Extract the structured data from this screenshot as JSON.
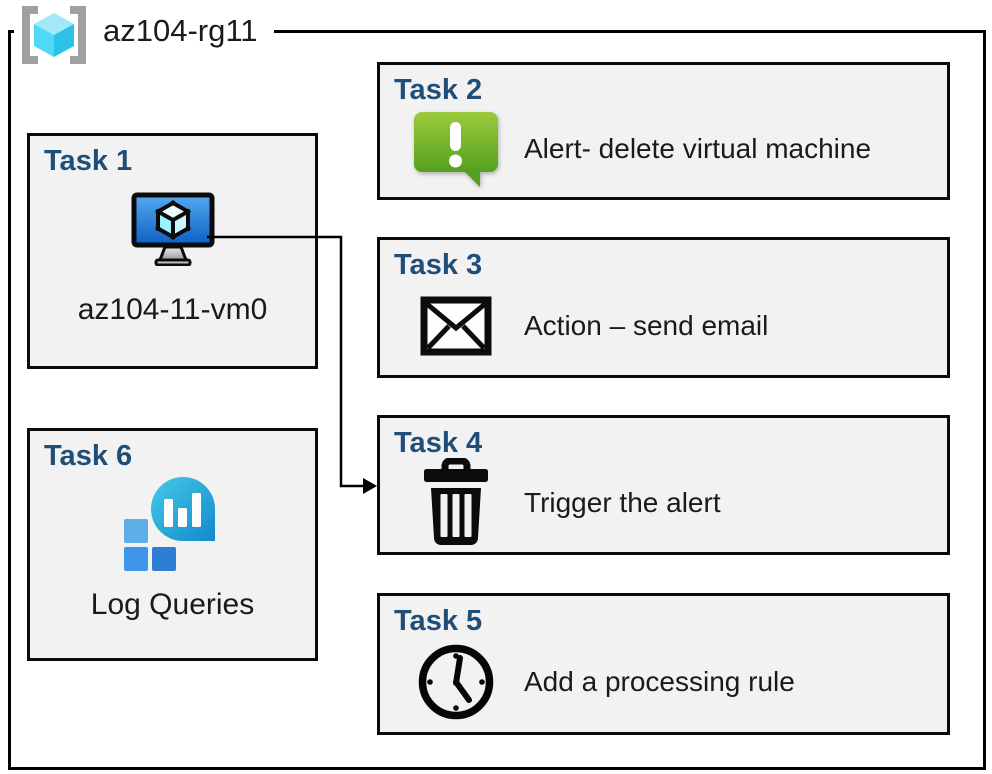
{
  "diagram": {
    "resource_group": {
      "name": "az104-rg11",
      "icon": "resource-group-icon"
    },
    "tasks": [
      {
        "id": "task1",
        "heading": "Task 1",
        "label": "az104-11-vm0",
        "icon": "virtual-machine-icon"
      },
      {
        "id": "task2",
        "heading": "Task 2",
        "label": "Alert- delete virtual machine",
        "icon": "alert-message-icon"
      },
      {
        "id": "task3",
        "heading": "Task 3",
        "label": "Action – send email",
        "icon": "email-envelope-icon"
      },
      {
        "id": "task4",
        "heading": "Task 4",
        "label": "Trigger the alert",
        "icon": "trash-delete-icon"
      },
      {
        "id": "task5",
        "heading": "Task 5",
        "label": "Add a processing rule",
        "icon": "clock-icon"
      },
      {
        "id": "task6",
        "heading": "Task 6",
        "label": "Log Queries",
        "icon": "log-analytics-icon"
      }
    ],
    "connector": {
      "from": "task1",
      "to": "task4",
      "style": "elbow-arrow"
    },
    "colors": {
      "heading_blue": "#1F4E79",
      "box_background": "#F2F2F2",
      "border_black": "#000000",
      "alert_green_top": "#9BCB3B",
      "alert_green_bottom": "#55A01F",
      "vm_screen_top": "#54AAF2",
      "vm_screen_bottom": "#0E5FC4",
      "log_bubble_top": "#45CBE6",
      "log_bubble_bottom": "#1488CE",
      "rg_cube_cyan": "#4FD9F6",
      "bracket_gray": "#A0A0A0"
    }
  }
}
